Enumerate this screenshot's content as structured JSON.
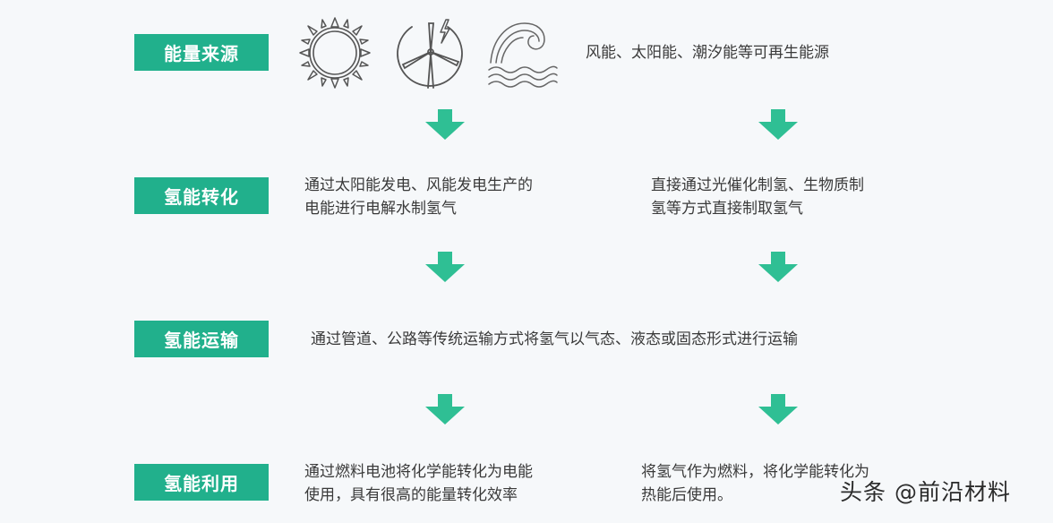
{
  "stages": [
    {
      "label": "能量来源"
    },
    {
      "label": "氢能转化"
    },
    {
      "label": "氢能运输"
    },
    {
      "label": "氢能利用"
    }
  ],
  "icons": [
    "sun-icon",
    "wind-turbine-icon",
    "wave-icon"
  ],
  "source": {
    "text": "风能、太阳能、潮汐能等可再生能源"
  },
  "conversion": {
    "left": [
      "通过太阳能发电、风能发电生产的",
      "电能进行电解水制氢气"
    ],
    "right": [
      "直接通过光催化制氢、生物质制",
      "氢等方式直接制取氢气"
    ]
  },
  "transport": {
    "text": "通过管道、公路等传统运输方式将氢气以气态、液态或固态形式进行运输"
  },
  "usage": {
    "left": [
      "通过燃料电池将化学能转化为电能",
      "使用，具有很高的能量转化效率"
    ],
    "right": [
      "将氢气作为燃料，将化学能转化为",
      "热能后使用。"
    ]
  },
  "watermark": "头条 @前沿材料",
  "colors": {
    "accent": "#21b08c",
    "arrow": "#2fbf94"
  }
}
